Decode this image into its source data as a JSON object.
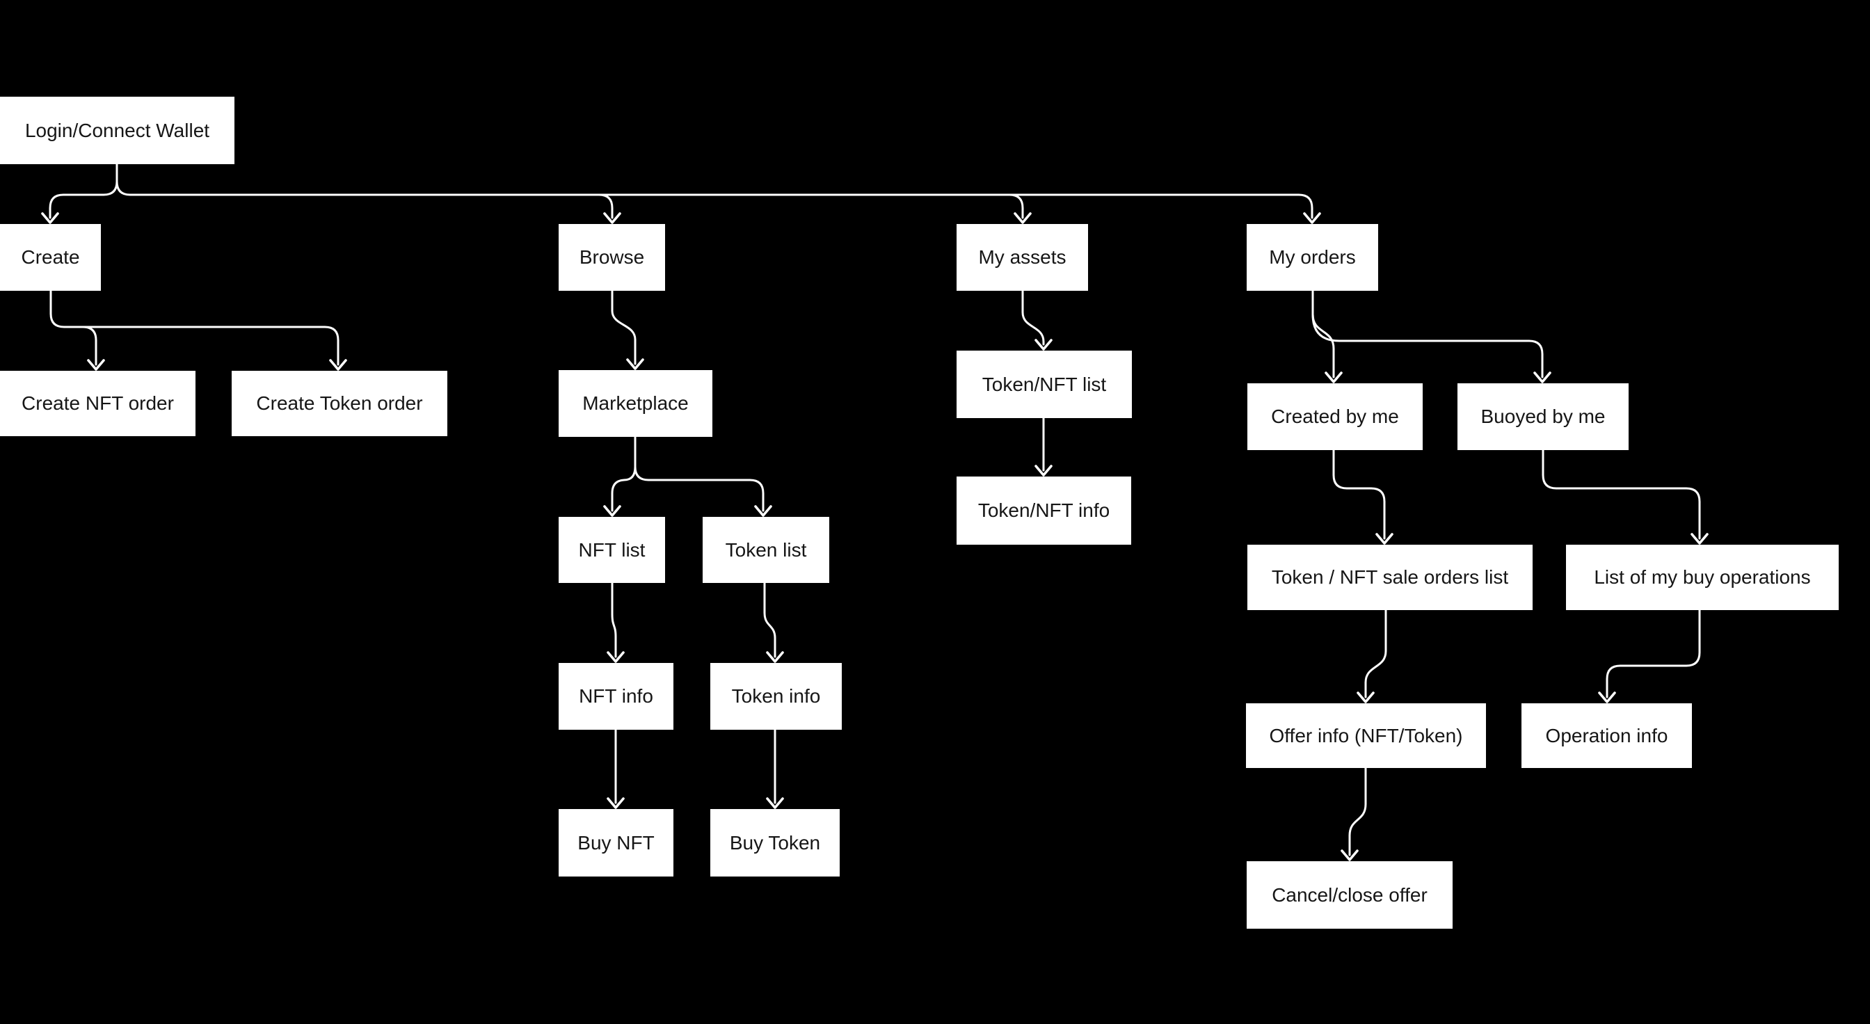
{
  "diagram": {
    "colors": {
      "background": "#000000",
      "node_fill": "#ffffff",
      "node_text": "#161616",
      "connector": "#ffffff"
    },
    "nodes": {
      "login": {
        "label": "Login/Connect Wallet"
      },
      "create": {
        "label": "Create"
      },
      "browse": {
        "label": "Browse"
      },
      "my_assets": {
        "label": "My assets"
      },
      "my_orders": {
        "label": "My orders"
      },
      "create_nft_order": {
        "label": "Create NFT order"
      },
      "create_token_order": {
        "label": "Create Token order"
      },
      "marketplace": {
        "label": "Marketplace"
      },
      "token_nft_list": {
        "label": "Token/NFT list"
      },
      "created_by_me": {
        "label": "Created by me"
      },
      "buoyed_by_me": {
        "label": "Buoyed by me"
      },
      "nft_list": {
        "label": "NFT list"
      },
      "token_list": {
        "label": "Token list"
      },
      "token_nft_info": {
        "label": "Token/NFT info"
      },
      "sale_orders_list": {
        "label": "Token / NFT sale orders list"
      },
      "buy_operations_list": {
        "label": "List of my buy operations"
      },
      "nft_info": {
        "label": "NFT info"
      },
      "token_info": {
        "label": "Token info"
      },
      "offer_info": {
        "label": "Offer info (NFT/Token)"
      },
      "operation_info": {
        "label": "Operation info"
      },
      "buy_nft": {
        "label": "Buy NFT"
      },
      "buy_token": {
        "label": "Buy Token"
      },
      "cancel_close_offer": {
        "label": "Cancel/close offer"
      }
    },
    "edges": [
      {
        "from": "login",
        "to": "create"
      },
      {
        "from": "login",
        "to": "browse"
      },
      {
        "from": "login",
        "to": "my_assets"
      },
      {
        "from": "login",
        "to": "my_orders"
      },
      {
        "from": "create",
        "to": "create_nft_order"
      },
      {
        "from": "create",
        "to": "create_token_order"
      },
      {
        "from": "browse",
        "to": "marketplace"
      },
      {
        "from": "marketplace",
        "to": "nft_list"
      },
      {
        "from": "marketplace",
        "to": "token_list"
      },
      {
        "from": "nft_list",
        "to": "nft_info"
      },
      {
        "from": "token_list",
        "to": "token_info"
      },
      {
        "from": "nft_info",
        "to": "buy_nft"
      },
      {
        "from": "token_info",
        "to": "buy_token"
      },
      {
        "from": "my_assets",
        "to": "token_nft_list"
      },
      {
        "from": "token_nft_list",
        "to": "token_nft_info"
      },
      {
        "from": "my_orders",
        "to": "created_by_me"
      },
      {
        "from": "my_orders",
        "to": "buoyed_by_me"
      },
      {
        "from": "created_by_me",
        "to": "sale_orders_list"
      },
      {
        "from": "buoyed_by_me",
        "to": "buy_operations_list"
      },
      {
        "from": "sale_orders_list",
        "to": "offer_info"
      },
      {
        "from": "buy_operations_list",
        "to": "operation_info"
      },
      {
        "from": "offer_info",
        "to": "cancel_close_offer"
      }
    ]
  }
}
